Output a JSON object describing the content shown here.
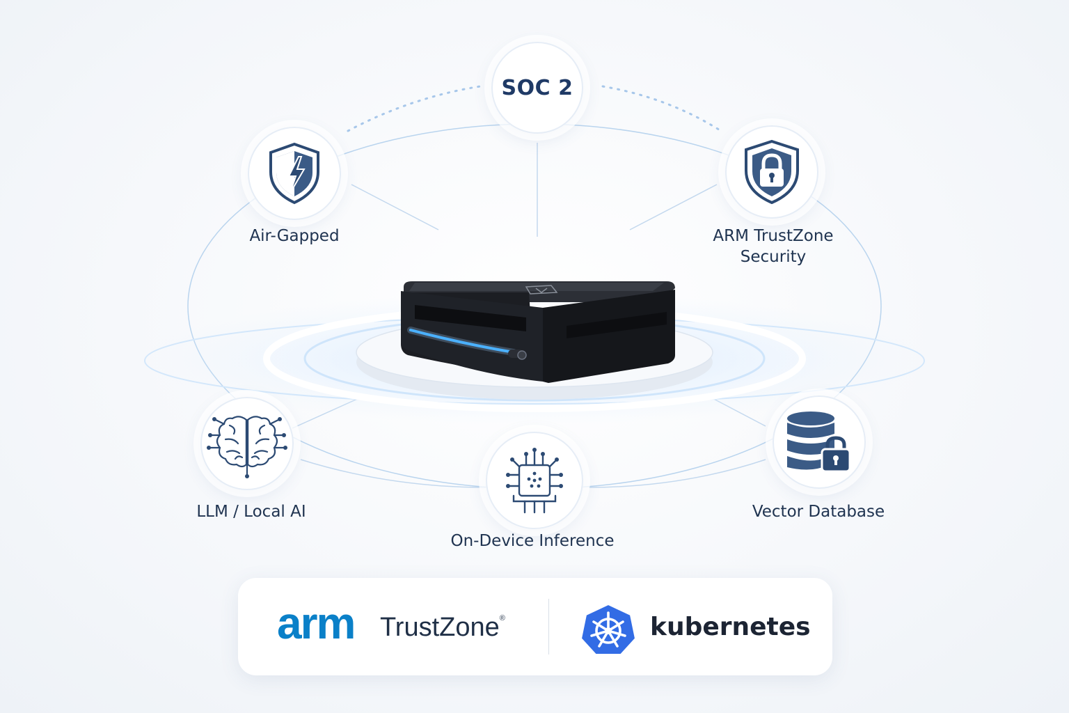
{
  "center": {
    "device": "edge-server-box"
  },
  "nodes": {
    "soc2": {
      "title": "SOC 2"
    },
    "air_gapped": {
      "label": "Air-Gapped",
      "icon": "shield-bolt-icon"
    },
    "arm_trustzone": {
      "label_line1": "ARM TrustZone",
      "label_line2": "Security",
      "icon": "shield-lock-icon"
    },
    "llm": {
      "label": "LLM / Local AI",
      "icon": "brain-circuit-icon"
    },
    "inference": {
      "label": "On-Device Inference",
      "icon": "chip-icon"
    },
    "vector_db": {
      "label": "Vector Database",
      "icon": "database-lock-icon"
    }
  },
  "footer": {
    "arm_logo": "arm",
    "trustzone": "TrustZone",
    "registered": "®",
    "kubernetes": "kubernetes"
  },
  "colors": {
    "icon_navy": "#2c4a73",
    "arm_blue": "#0a80c8",
    "k8s_blue": "#326ce5",
    "led_blue": "#2fa6ff"
  }
}
